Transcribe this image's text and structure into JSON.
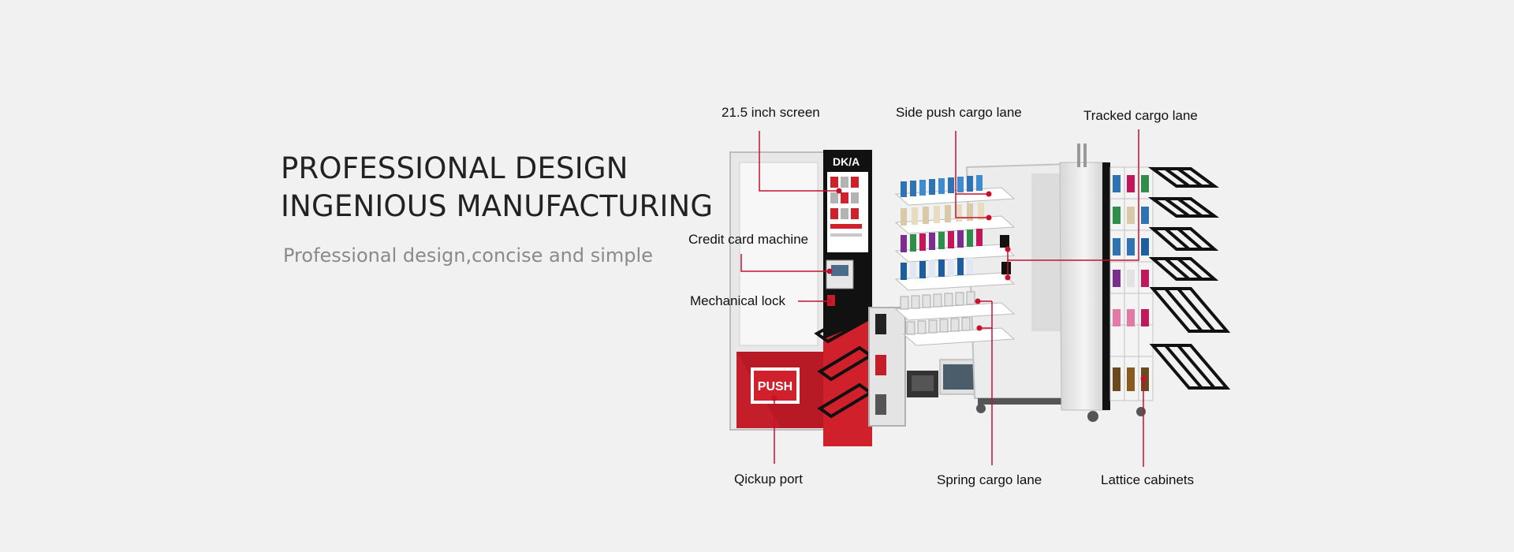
{
  "hero": {
    "headline_line1": "PROFESSIONAL DESIGN",
    "headline_line2": "INGENIOUS MANUFACTURING",
    "subtitle": "Professional design,concise and simple"
  },
  "machine": {
    "logo": "DK/A",
    "push_label": "PUSH"
  },
  "callouts": {
    "screen": "21.5 inch screen",
    "side_push": "Side push cargo lane",
    "tracked": "Tracked cargo lane",
    "credit_card": "Credit card machine",
    "lock": "Mechanical lock",
    "pickup": "Qickup port",
    "spring": "Spring cargo lane",
    "lattice": "Lattice cabinets"
  },
  "colors": {
    "background": "#f1f1f1",
    "accent_red": "#d0202b",
    "leader_red": "#c8102e",
    "frame_black": "#111111"
  }
}
